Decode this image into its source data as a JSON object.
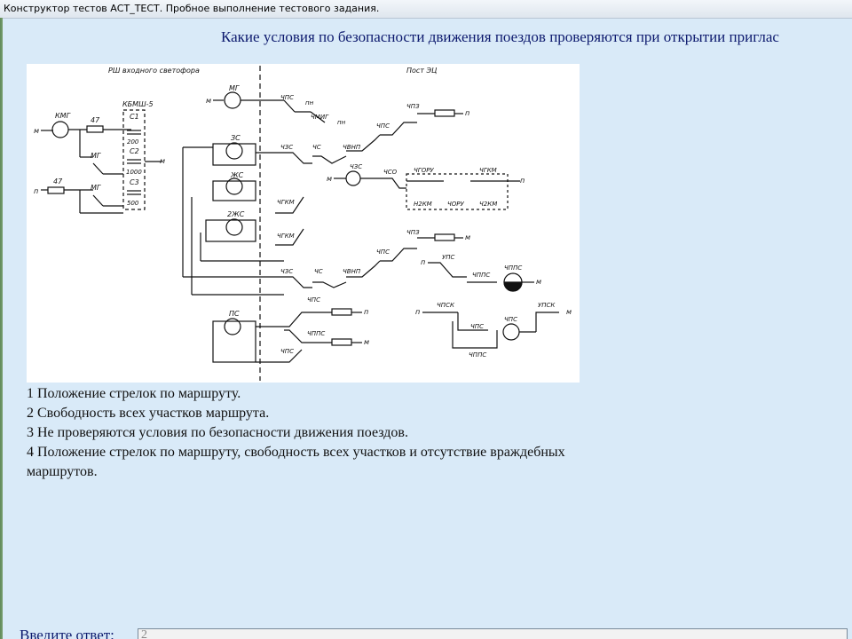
{
  "window": {
    "title": "Конструктор тестов АСТ_ТЕСТ. Пробное выполнение тестового задания."
  },
  "question": {
    "text": "Какие условия по безопасности движения поездов проверяются при открытии приглас"
  },
  "diagram": {
    "labels": {
      "left_header": "РШ входного светофора",
      "right_header": "Пост ЭЦ",
      "kmg": "КМГ",
      "r47a": "47",
      "r47b": "47",
      "kbmsh": "КБМШ-5",
      "c1": "С1",
      "c1v": "200",
      "c2": "С2",
      "c2v": "1000",
      "c3": "С3",
      "c3v": "500",
      "mg1": "МГ",
      "mg2": "МГ",
      "mg_top": "МГ",
      "zs": "ЗС",
      "zhs": "ЖС",
      "zzhs": "2ЖС",
      "ps": "ПС",
      "cps1": "ЧПС",
      "chmig": "ЧМИГ",
      "pn1": "пн",
      "pn2": "пн",
      "chpz1": "ЧПЗ",
      "cps2": "ЧПС",
      "chzs1": "ЧЗС",
      "chs1": "ЧС",
      "chvnp1": "ЧВНП",
      "chzs2": "ЧЗС",
      "chso": "ЧСО",
      "chgoru": "ЧГОРУ",
      "chgkm": "ЧГКМ",
      "n2km": "Н2КМ",
      "chory": "ЧОРУ",
      "ch2km": "Ч2КМ",
      "chgkm1": "ЧГКМ",
      "chgkm2": "ЧГКМ",
      "chpz2": "ЧПЗ",
      "cps3": "ЧПС",
      "chzs3": "ЧЗС",
      "chs2": "ЧС",
      "chvnp2": "ЧВНП",
      "ups1": "УПС",
      "chpps1": "ЧППС",
      "chpps2": "ЧППС",
      "chpsk1": "ЧПСК",
      "chps4": "ЧПС",
      "chpps3": "ЧППС",
      "chps5": "ЧПС",
      "upsk": "УПСК",
      "cps6": "ЧПС",
      "chpps4": "ЧППС",
      "cps7": "ЧПС",
      "pole_m": "м",
      "pole_p": "п"
    }
  },
  "answers": [
    "1 Положение стрелок по маршруту.",
    "2 Свободность всех участков маршрута.",
    "3 Не проверяются условия по безопасности движения поездов.",
    "4 Положение стрелок по маршруту, свободность всех участков и отсутствие враждебных маршрутов."
  ],
  "answer_input": {
    "label": "Введите ответ:",
    "value": "2"
  }
}
